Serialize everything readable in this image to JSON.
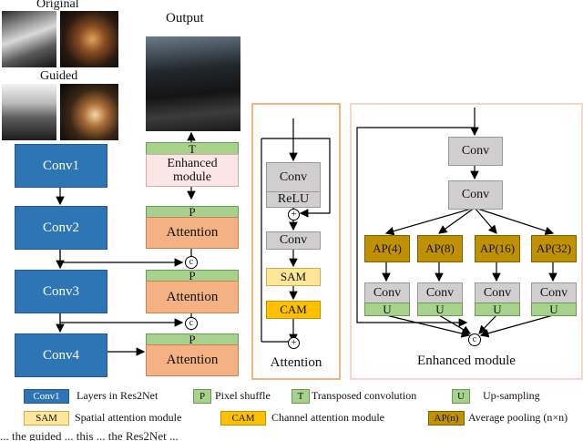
{
  "labels": {
    "original": "Original",
    "guided": "Guided",
    "output": "Output",
    "attention_title": "Attention",
    "enhanced_title": "Enhanced module"
  },
  "backbone": [
    "Conv1",
    "Conv2",
    "Conv3",
    "Conv4"
  ],
  "decoder": {
    "t": "T",
    "p": "P",
    "enhanced": "Enhanced module",
    "attention": "Attention",
    "concat": "c"
  },
  "attention_module": {
    "conv": "Conv",
    "relu": "ReLU",
    "plus": "+",
    "sam": "SAM",
    "cam": "CAM"
  },
  "enhanced_module": {
    "conv": "Conv",
    "ap": [
      "AP(4)",
      "AP(8)",
      "AP(16)",
      "AP(32)"
    ],
    "u": "U",
    "concat": "c"
  },
  "legend": {
    "conv1_box": "Conv1",
    "conv1_text": "Layers in Res2Net",
    "p_box": "P",
    "p_text": "Pixel shuffle",
    "t_box": "T",
    "t_text": "Transposed convolution",
    "u_box": "U",
    "u_text": "Up-sampling",
    "sam_box": "SAM",
    "sam_text": "Spatial attention module",
    "cam_box": "CAM",
    "cam_text": "Channel attention module",
    "ap_box": "AP(n)",
    "ap_text": "Average pooling (n×n)"
  },
  "caption_fragment": "... the guided ... this ... the Res2Net ... "
}
